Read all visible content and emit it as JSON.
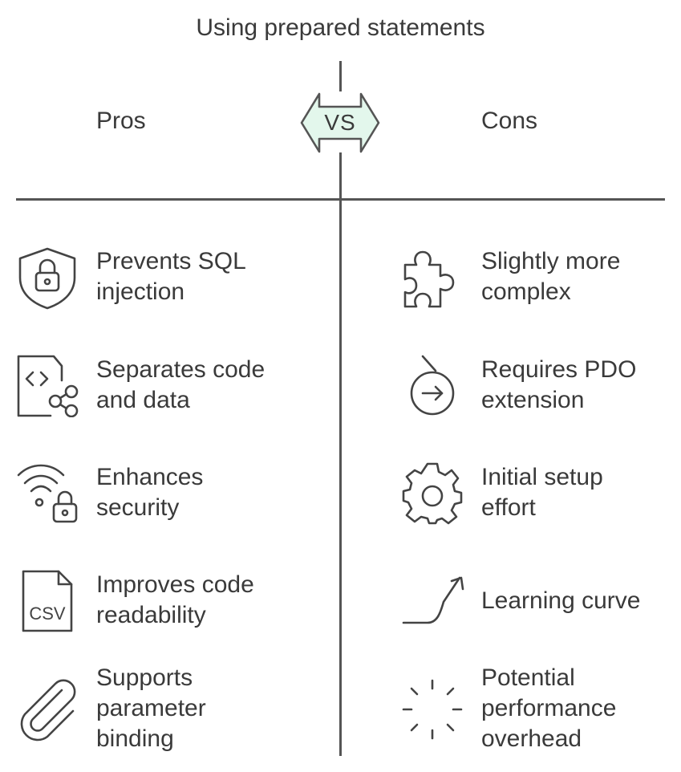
{
  "title": "Using prepared statements",
  "pros_label": "Pros",
  "cons_label": "Cons",
  "vs_label": "VS",
  "pros": [
    {
      "text": "Prevents SQL\ninjection",
      "icon": "shield-lock-icon"
    },
    {
      "text": "Separates code\nand data",
      "icon": "code-share-icon"
    },
    {
      "text": "Enhances\nsecurity",
      "icon": "wifi-lock-icon"
    },
    {
      "text": "Improves code\nreadability",
      "icon": "csv-file-icon"
    },
    {
      "text": "Supports\nparameter\nbinding",
      "icon": "paperclip-icon"
    }
  ],
  "cons": [
    {
      "text": "Slightly more\ncomplex",
      "icon": "puzzle-icon"
    },
    {
      "text": "Requires PDO\nextension",
      "icon": "circle-arrow-icon"
    },
    {
      "text": "Initial setup\neffort",
      "icon": "gear-icon"
    },
    {
      "text": "Learning curve",
      "icon": "curve-arrow-icon"
    },
    {
      "text": "Potential\nperformance\noverhead",
      "icon": "loading-icon"
    }
  ],
  "colors": {
    "line": "#555555",
    "vs_fill": "#e3f7ec",
    "text": "#3a3a3a"
  }
}
